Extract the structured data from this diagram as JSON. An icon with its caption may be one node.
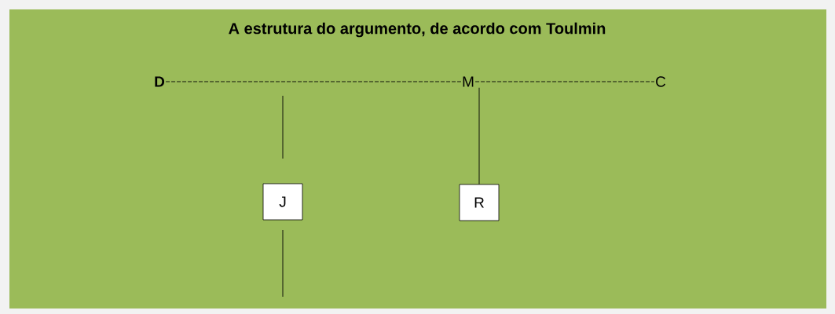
{
  "diagram": {
    "title": "A estrutura do argumento, de acordo com Toulmin",
    "nodes": [
      {
        "text": [
          "D"
        ]
      },
      {
        "text": [
          "M"
        ]
      },
      {
        "text": [
          "C"
        ]
      },
      {
        "text": [
          "J"
        ]
      },
      {
        "text": [
          "R"
        ]
      }
    ],
    "edges": [
      {
        "from": 0,
        "to": 1,
        "arrow": "none",
        "style": "dashed"
      },
      {
        "from": 1,
        "to": 2,
        "arrow": "none",
        "style": "dashed"
      },
      {
        "from": 1,
        "to": 4,
        "arrow": "none"
      }
    ]
  }
}
